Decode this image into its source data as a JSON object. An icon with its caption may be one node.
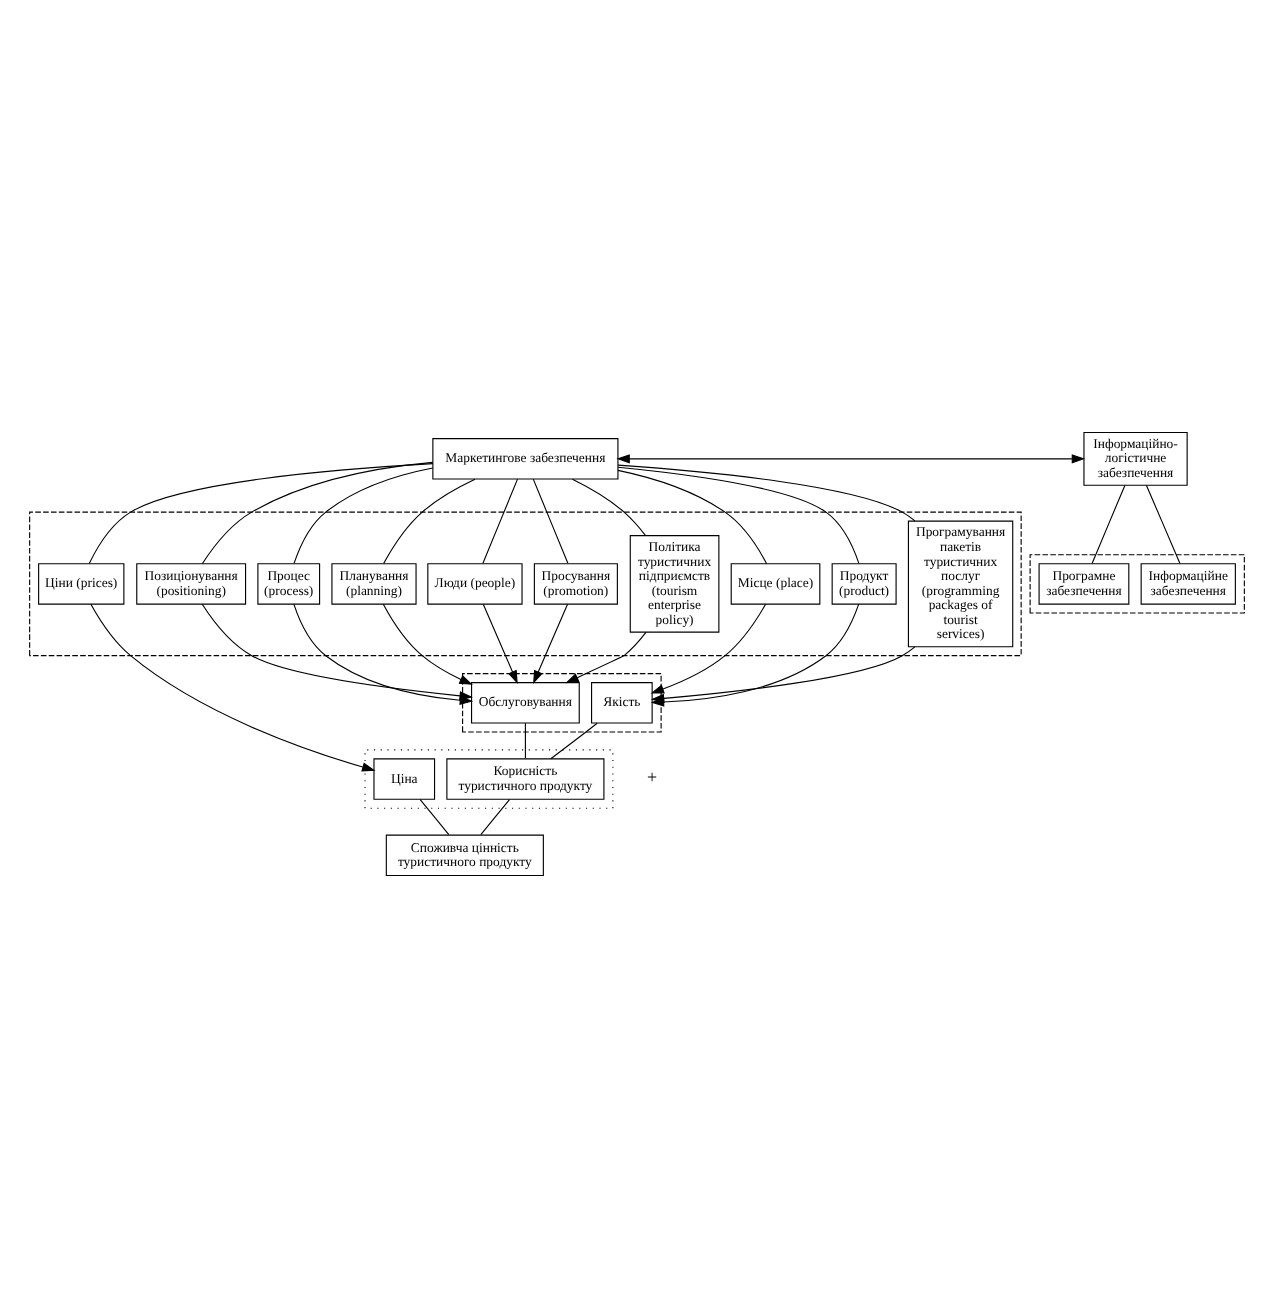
{
  "diagram": {
    "nodes": [
      {
        "text": [
          "Маркетингове забезпечення"
        ]
      },
      {
        "text": [
          "Інформаційно-логістичне забезпечення"
        ]
      },
      {
        "text": [],
        "shape": "box"
      },
      {
        "text": [
          "Ціни (prices)"
        ],
        "in": 2
      },
      {
        "text": [
          "Продукт (product)"
        ],
        "in": 2
      },
      {
        "text": [
          "Просування (promotion)"
        ],
        "in": 2
      },
      {
        "text": [
          "Місце (place)"
        ],
        "in": 2
      },
      {
        "text": [
          "Люди (people)"
        ],
        "in": 2
      },
      {
        "text": [
          "Планування (planning)"
        ],
        "in": 2
      },
      {
        "text": [
          "Процес (process)"
        ],
        "in": 2
      },
      {
        "text": [
          "Позиціонування (positioning)"
        ],
        "in": 2
      },
      {
        "text": [
          "Політика туристичних підприємств (tourism enterprise policy)"
        ],
        "in": 2
      },
      {
        "text": [
          "Програмування пакетів туристичних послуг (programming packages of tourist services)"
        ],
        "in": 2
      },
      {
        "text": [],
        "shape": "box"
      },
      {
        "text": [
          "Інформаційне забезпечення"
        ],
        "in": 13
      },
      {
        "text": [
          "Програмне забезпечення"
        ],
        "in": 13
      },
      {
        "text": [],
        "shape": "box"
      },
      {
        "text": [
          "Якість"
        ],
        "in": 16
      },
      {
        "text": [
          "Обслуговування"
        ],
        "in": 16
      },
      {
        "text": [],
        "shape": "box"
      },
      {
        "text": [
          "Корисність туристичного продукту"
        ],
        "in": 19
      },
      {
        "text": [
          "Ціна"
        ],
        "in": 19
      },
      {
        "text": [
          "Споживча цінність туристичного продукту"
        ]
      }
    ],
    "edges": [
      {
        "from": 0,
        "to": 1,
        "arrow": "both"
      },
      {
        "from": 0,
        "to": 3,
        "arrow": "none"
      },
      {
        "from": 0,
        "to": 4,
        "arrow": "none"
      },
      {
        "from": 0,
        "to": 5,
        "arrow": "none"
      },
      {
        "from": 0,
        "to": 6,
        "arrow": "none"
      },
      {
        "from": 0,
        "to": 7,
        "arrow": "none"
      },
      {
        "from": 0,
        "to": 8,
        "arrow": "none"
      },
      {
        "from": 0,
        "to": 9,
        "arrow": "none"
      },
      {
        "from": 0,
        "to": 10,
        "arrow": "none"
      },
      {
        "from": 0,
        "to": 11,
        "arrow": "none"
      },
      {
        "from": 0,
        "to": 12,
        "arrow": "none"
      },
      {
        "from": 1,
        "to": 14,
        "arrow": "none"
      },
      {
        "from": 1,
        "to": 15,
        "arrow": "none"
      },
      {
        "from": 4,
        "to": 17,
        "arrow": "to"
      },
      {
        "from": 6,
        "to": 17,
        "arrow": "to"
      },
      {
        "from": 12,
        "to": 17,
        "arrow": "to"
      },
      {
        "from": 5,
        "to": 18,
        "arrow": "to"
      },
      {
        "from": 7,
        "to": 18,
        "arrow": "to"
      },
      {
        "from": 8,
        "to": 18,
        "arrow": "to"
      },
      {
        "from": 9,
        "to": 18,
        "arrow": "to"
      },
      {
        "from": 10,
        "to": 18,
        "arrow": "to"
      },
      {
        "from": 11,
        "to": 18,
        "arrow": "to"
      },
      {
        "from": 3,
        "to": 21,
        "arrow": "to"
      },
      {
        "from": 17,
        "to": 20,
        "arrow": "none"
      },
      {
        "from": 18,
        "to": 20,
        "arrow": "none"
      },
      {
        "from": 20,
        "to": 22,
        "arrow": "none"
      },
      {
        "from": 21,
        "to": 22,
        "arrow": "none"
      }
    ],
    "labels": [
      "+"
    ]
  }
}
